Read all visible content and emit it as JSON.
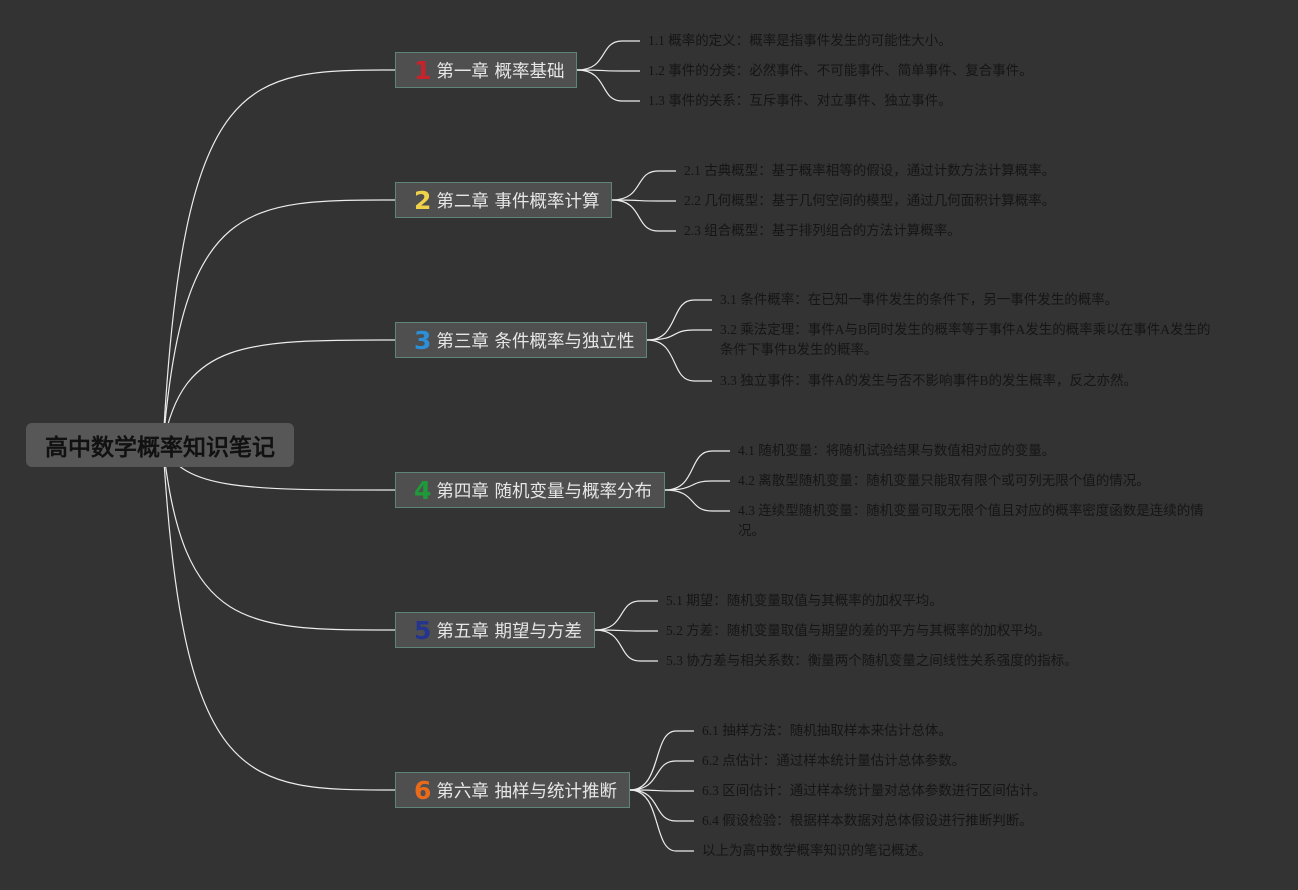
{
  "root": {
    "title": "高中数学概率知识笔记"
  },
  "chapters": [
    {
      "num": "1",
      "color": "#c8232b",
      "label": "第一章 概率基础",
      "items": [
        "1.1 概率的定义：概率是指事件发生的可能性大小。",
        "1.2 事件的分类：必然事件、不可能事件、简单事件、复合事件。",
        "1.3 事件的关系：互斥事件、对立事件、独立事件。"
      ]
    },
    {
      "num": "2",
      "color": "#f0d24a",
      "label": "第二章 事件概率计算",
      "items": [
        "2.1 古典概型：基于概率相等的假设，通过计数方法计算概率。",
        "2.2 几何概型：基于几何空间的模型，通过几何面积计算概率。",
        "2.3 组合概型：基于排列组合的方法计算概率。"
      ]
    },
    {
      "num": "3",
      "color": "#2d8fd8",
      "label": "第三章 条件概率与独立性",
      "items": [
        "3.1 条件概率：在已知一事件发生的条件下，另一事件发生的概率。",
        "3.2 乘法定理：事件A与B同时发生的概率等于事件A发生的概率乘以在事件A发生的条件下事件B发生的概率。",
        "3.3 独立事件：事件A的发生与否不影响事件B的发生概率，反之亦然。"
      ]
    },
    {
      "num": "4",
      "color": "#1f9a3a",
      "label": "第四章 随机变量与概率分布",
      "items": [
        "4.1 随机变量：将随机试验结果与数值相对应的变量。",
        "4.2 离散型随机变量：随机变量只能取有限个或可列无限个值的情况。",
        "4.3 连续型随机变量：随机变量可取无限个值且对应的概率密度函数是连续的情况。"
      ]
    },
    {
      "num": "5",
      "color": "#25358e",
      "label": "第五章 期望与方差",
      "items": [
        "5.1 期望：随机变量取值与其概率的加权平均。",
        "5.2 方差：随机变量取值与期望的差的平方与其概率的加权平均。",
        "5.3 协方差与相关系数：衡量两个随机变量之间线性关系强度的指标。"
      ]
    },
    {
      "num": "6",
      "color": "#ea6a1c",
      "label": "第六章 抽样与统计推断",
      "items": [
        "6.1 抽样方法：随机抽取样本来估计总体。",
        "6.2 点估计：通过样本统计量估计总体参数。",
        "6.3 区间估计：通过样本统计量对总体参数进行区间估计。",
        "6.4 假设检验：根据样本数据对总体假设进行推断判断。",
        "以上为高中数学概率知识的笔记概述。"
      ]
    }
  ]
}
